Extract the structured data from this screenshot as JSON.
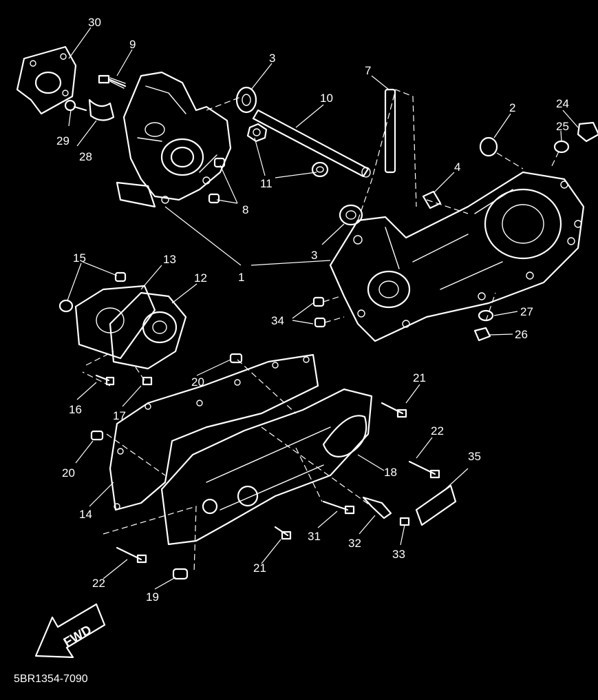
{
  "diagram": {
    "callouts": {
      "c1": "1",
      "c2": "2",
      "c3a": "3",
      "c3b": "3",
      "c4": "4",
      "c7": "7",
      "c8": "8",
      "c9": "9",
      "c10": "10",
      "c11": "11",
      "c12": "12",
      "c13": "13",
      "c14": "14",
      "c15": "15",
      "c16": "16",
      "c17": "17",
      "c18": "18",
      "c19": "19",
      "c20a": "20",
      "c20b": "20",
      "c21a": "21",
      "c21b": "21",
      "c22a": "22",
      "c22b": "22",
      "c24": "24",
      "c25": "25",
      "c26": "26",
      "c27": "27",
      "c28": "28",
      "c29": "29",
      "c30": "30",
      "c31": "31",
      "c32": "32",
      "c33": "33",
      "c34": "34",
      "c35": "35"
    },
    "fwd_label": "FWD",
    "document_code": "5BR1354-7090"
  }
}
